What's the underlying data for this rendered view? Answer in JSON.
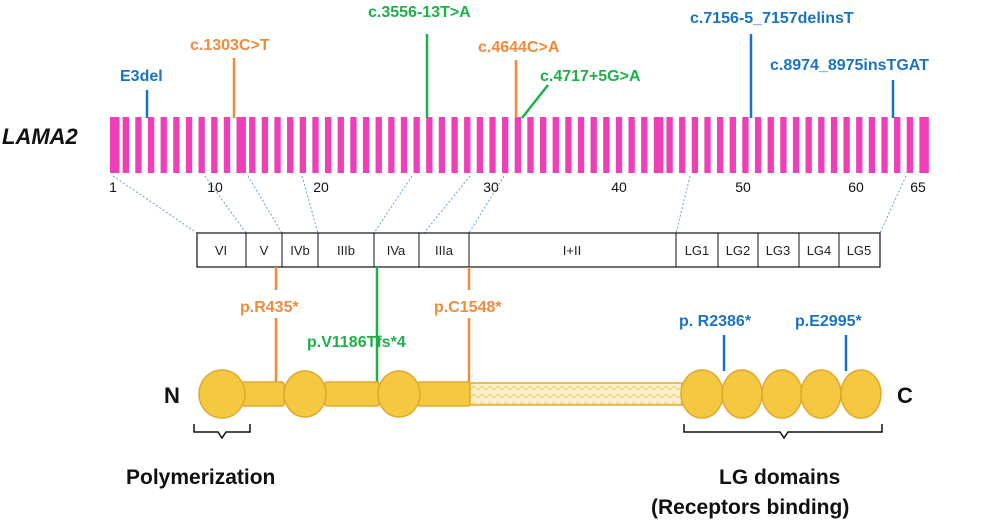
{
  "gene": {
    "name": "LAMA2",
    "exon_ticks": [
      "1",
      "10",
      "20",
      "30",
      "40",
      "50",
      "60",
      "65"
    ],
    "exon_color": "#EE3FB8"
  },
  "domains": [
    "VI",
    "V",
    "IVb",
    "IIIb",
    "IVa",
    "IIIa",
    "I+II",
    "LG1",
    "LG2",
    "LG3",
    "LG4",
    "LG5"
  ],
  "dna_variants": [
    {
      "label": "E3del",
      "color": "#1A73BE"
    },
    {
      "label": "c.1303C>T",
      "color": "#F08A3C"
    },
    {
      "label": "c.3556-13T>A",
      "color": "#1DB04A"
    },
    {
      "label": "c.4644C>A",
      "color": "#F08A3C"
    },
    {
      "label": "c.4717+5G>A",
      "color": "#1DB04A"
    },
    {
      "label": "c.7156-5_7157delinsT",
      "color": "#1A73BE"
    },
    {
      "label": "c.8974_8975insTGAT",
      "color": "#1A73BE"
    }
  ],
  "protein_variants": [
    {
      "label": "p.R435*",
      "color": "#F08A3C"
    },
    {
      "label": "p.V1186Tfs*4",
      "color": "#1DB04A"
    },
    {
      "label": "p.C1548*",
      "color": "#F08A3C"
    },
    {
      "label": "p. R2386*",
      "color": "#1A73BE"
    },
    {
      "label": "p.E2995*",
      "color": "#1A73BE"
    }
  ],
  "protein": {
    "n_terminus": "N",
    "c_terminus": "C",
    "fill_color": "#F5C842",
    "outline_color": "#E0A82E"
  },
  "regions": {
    "left": "Polymerization",
    "right_line1": "LG domains",
    "right_line2": "(Receptors binding)"
  }
}
